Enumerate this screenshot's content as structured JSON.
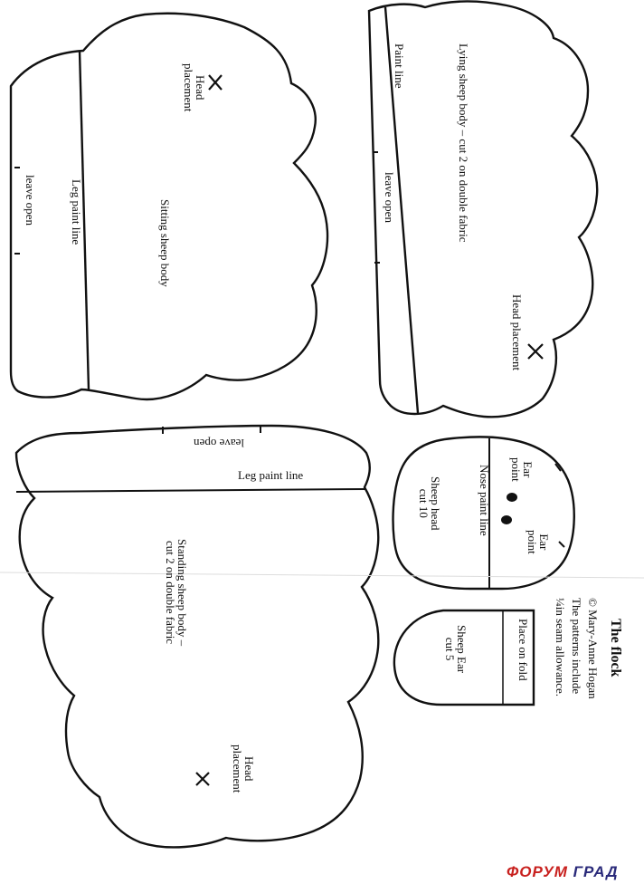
{
  "sitting": {
    "head_placement": [
      "Head",
      "placement"
    ],
    "body_label": "Sitting sheep body",
    "leg_paint": "Leg paint line",
    "leave_open": "leave open"
  },
  "lying": {
    "body_label": "Lying sheep body – cut 2 on double fabric",
    "paint_line": "Paint line",
    "leave_open": "leave open",
    "head_placement": "Head placement"
  },
  "standing": {
    "leave_open": "leave open",
    "leg_paint": "Leg paint line",
    "body_label": [
      "Standing sheep body –",
      "cut 2 on double fabric"
    ],
    "head_placement": [
      "Head",
      "placement"
    ]
  },
  "head": {
    "ear_point_1": [
      "Ear",
      "point"
    ],
    "ear_point_2": [
      "Ear",
      "point"
    ],
    "nose_paint": "Nose paint line",
    "label": [
      "Sheep head",
      "cut 10"
    ]
  },
  "ear": {
    "fold": "Place on fold",
    "label": [
      "Sheep Ear",
      "cut 5"
    ]
  },
  "credits": {
    "title": "The flock",
    "author": "© Mary-Anne Hogan",
    "note1": "The patterns include",
    "note2": "¼in seam allowance."
  },
  "watermark": {
    "part1": "ФОРУМ",
    "part2": "ГРАД"
  }
}
